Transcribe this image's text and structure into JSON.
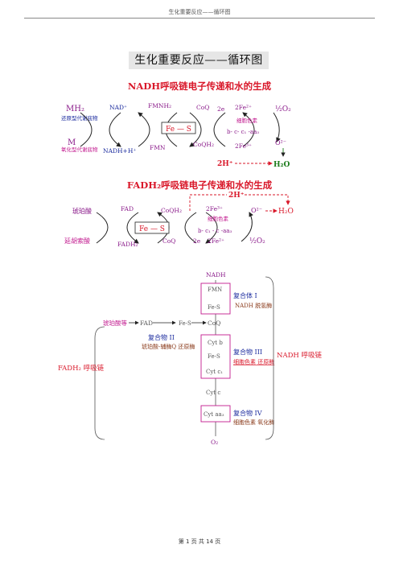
{
  "page": {
    "running_header": "生化重要反应——循环图",
    "title": "生化重要反应——循环图",
    "footer": "第 1 页 共 14 页"
  },
  "nadh_section": {
    "title": "NADH呼吸链电子传递和水的生成",
    "mh2": "MH₂",
    "mh2_desc": "还原型代谢底物",
    "m": "M",
    "m_desc": "氧化型代谢底物",
    "nad_plus": "NAD⁺",
    "nadh_h": "NADH+H⁺",
    "fmnh2": "FMNH₂",
    "fmn": "FMN",
    "fe_s": "Fe — S",
    "coq": "CoQ",
    "coqh2": "CoQH₂",
    "two_e": "2e",
    "two_fe2": "2Fe²⁺",
    "two_fe3": "2Fe³⁺",
    "cytochrome": "细胞色素",
    "cyt_chain": "b- c- c₁ -aa₃",
    "half_o2": "½O₂",
    "o2_minus": "O²⁻",
    "two_h_plus": "2H⁺",
    "h2o": "H₂O"
  },
  "fadh2_section": {
    "title": "FADH₂呼吸链电子传递和水的生成",
    "succinate": "琥珀酸",
    "fumarate": "延胡索酸",
    "fad": "FAD",
    "fadh2": "FADH₂",
    "fe_s": "Fe — S",
    "coqh2": "CoQH₂",
    "coq": "CoQ",
    "two_fe3": "2Fe³⁺",
    "cytochrome": "细胞色素",
    "cyt_chain": "b- c₁ - c -aa₃",
    "two_e": "2e",
    "two_fe2": "2Fe²⁺",
    "two_h_plus": "2H⁺",
    "o2_minus": "O²⁻",
    "h2o": "H₂O",
    "half_o2": "½O₂"
  },
  "chain_diagram": {
    "nadh": "NADH",
    "fmn": "FMN",
    "fe_s": "Fe-S",
    "complex1": "复合体 I",
    "complex1_desc": "NADH 脱氢酶",
    "succinate_etc": "琥珀酸等",
    "fad": "FAD",
    "fe_s2": "Fe-S",
    "coq": "CoQ",
    "complex2": "复合物 II",
    "complex2_desc": "琥珀酸-辅酶Q 还原酶",
    "cyt_b": "Cyt b",
    "fe_s3": "Fe-S",
    "cyt_c1": "Cyt c₁",
    "complex3": "复合物 III",
    "complex3_desc": "细胞色素 还原酶",
    "cyt_c": "Cyt c",
    "cyt_aa3": "Cyt aa₃",
    "complex4": "复合物 IV",
    "complex4_desc": "细胞色素 氧化酶",
    "o2": "O₂",
    "fadh2_chain": "FADH₂ 呼吸链",
    "nadh_chain": "NADH 呼吸链"
  },
  "colors": {
    "red": "#d9182a",
    "blue": "#1a2a9e",
    "purple": "#8a1a8a",
    "magenta": "#c21a8f",
    "brown": "#8a3a1a",
    "green": "#1a7a1a"
  }
}
